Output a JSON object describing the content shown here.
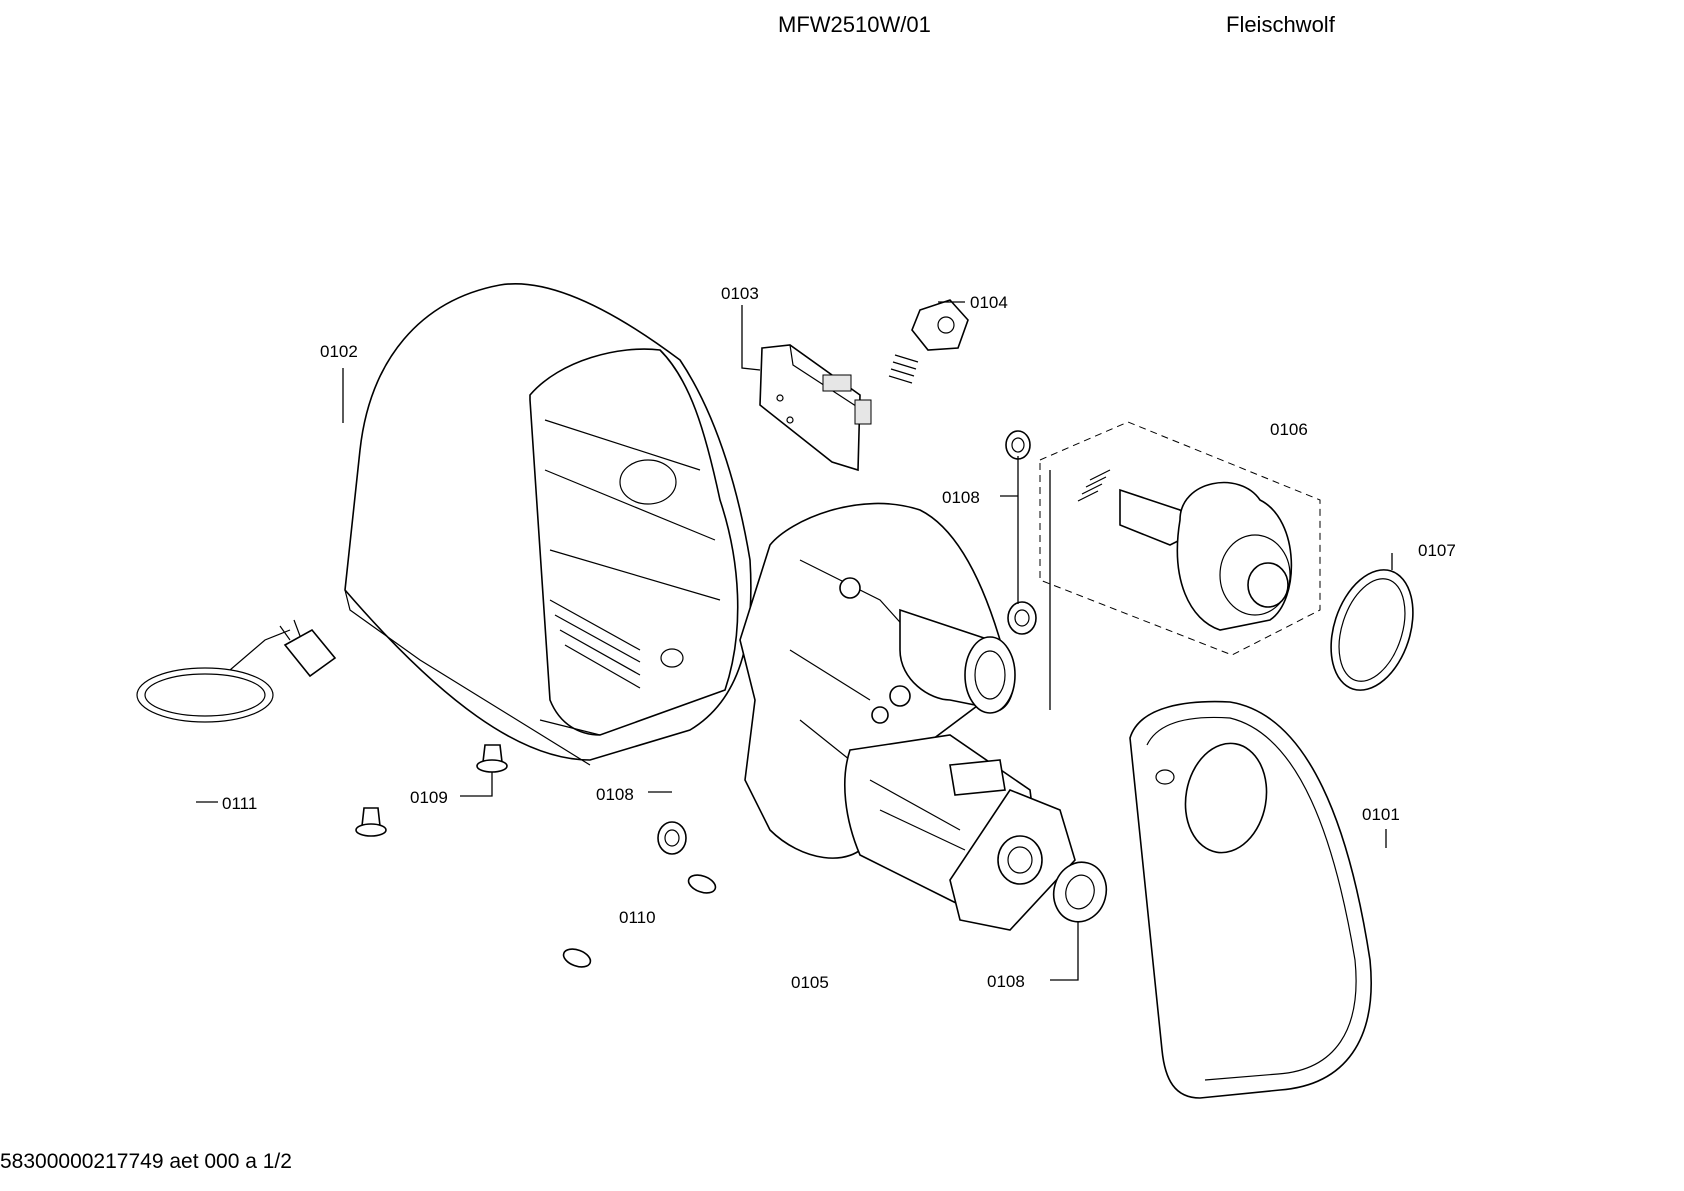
{
  "header": {
    "model": "MFW2510W/01",
    "product": "Fleischwolf"
  },
  "footer": {
    "doc_ref": "58300000217749 aet 000 a 1/2"
  },
  "parts": [
    {
      "label": "0101"
    },
    {
      "label": "0102"
    },
    {
      "label": "0103"
    },
    {
      "label": "0104"
    },
    {
      "label": "0105"
    },
    {
      "label": "0106"
    },
    {
      "label": "0107"
    },
    {
      "label": "0108"
    },
    {
      "label": "0108"
    },
    {
      "label": "0108"
    },
    {
      "label": "0109"
    },
    {
      "label": "0110"
    },
    {
      "label": "0111"
    }
  ]
}
